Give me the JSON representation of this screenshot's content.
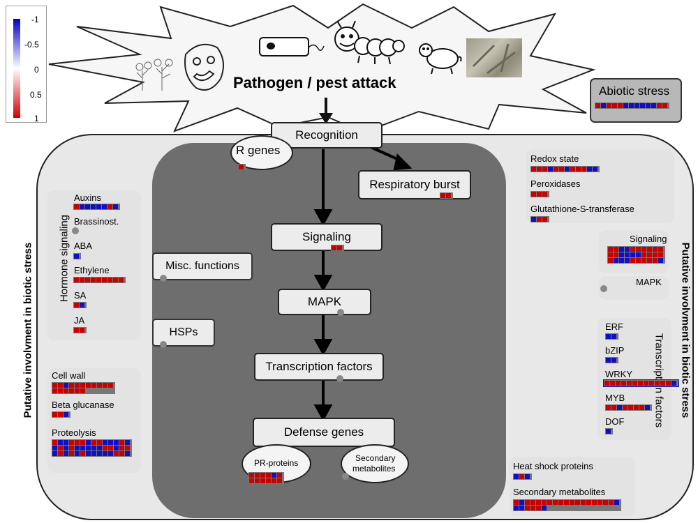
{
  "legend": {
    "ticks": [
      "-1",
      "-0.5",
      "0",
      "0.5",
      "1"
    ]
  },
  "header": {
    "title": "Pathogen / pest attack"
  },
  "abiotic": {
    "label": "Abiotic stress"
  },
  "central": {
    "recognition": "Recognition",
    "r_genes": "R genes",
    "respiratory_burst": "Respiratory burst",
    "signaling": "Signaling",
    "mapk": "MAPK",
    "transcription_factors": "Transcription factors",
    "defense_genes": "Defense genes",
    "pr_proteins": "PR-proteins",
    "secondary_metabolites_line1": "Secondary",
    "secondary_metabolites_line2": "metabolites",
    "misc_functions": "Misc. functions",
    "hsps": "HSPs"
  },
  "left": {
    "side_label": "Putative involvment in biotic stress",
    "hormone_title": "Hormone signaling",
    "auxins": "Auxins",
    "brassinost": "Brassinost.",
    "aba": "ABA",
    "ethylene": "Ethylene",
    "sa": "SA",
    "ja": "JA",
    "cell_wall": "Cell wall",
    "beta_glucanase": "Beta glucanase",
    "proteolysis": "Proteolysis"
  },
  "right": {
    "side_label": "Putative involvment in biotic stress",
    "redox_state": "Redox state",
    "peroxidases": "Peroxidases",
    "gst": "Glutathione-S-transferase",
    "signaling": "Signaling",
    "mapk": "MAPK",
    "tf_title": "Transcription factors",
    "erf": "ERF",
    "bzip": "bZIP",
    "wrky": "WRKY",
    "myb": "MYB",
    "dof": "DOF",
    "heat_shock": "Heat shock proteins",
    "secondary_metabolites": "Secondary metabolites"
  },
  "colors": {
    "red": "#c80000",
    "blue": "#1010c0",
    "outer_bg": "#e8e8e8",
    "inner_bg": "#6e6e6e"
  },
  "heatmaps": {
    "abiotic": "RBRRRBBBBBBRR",
    "r_genes": "R",
    "respiratory_burst": "RR",
    "signaling": "RR",
    "pr_proteins": "RRRRBRRRRRRR",
    "auxins": "RBBBBBRB",
    "aba": "B",
    "ethylene": "RRRRRRRRR",
    "sa": "RB",
    "ja": "RR",
    "cell_wall": "RRBRRRRRRRRRRRRRR",
    "beta_glucanase": "RRB",
    "proteolysis": "RBBRRRBRRBBBRBBRBRBBBBBRRBRRBRBRBRBBBBBRRB",
    "redox_state": "RRRBRRBRRRBB",
    "peroxidases": "RRR",
    "gst": "BRR",
    "right_signaling": "RRBBRRRRRRRRBBBBRRRRRBBBRRRRRB",
    "erf": "BB",
    "bzip": "BB",
    "wrky": "RRRRRRRRRRRRB",
    "myb": "RRBRRRRB",
    "dof": "B",
    "heat_shock": "BRB",
    "right_secondary_metabolites": "RBRRRRRRRRRRRRRRRRBBBRRRB"
  }
}
